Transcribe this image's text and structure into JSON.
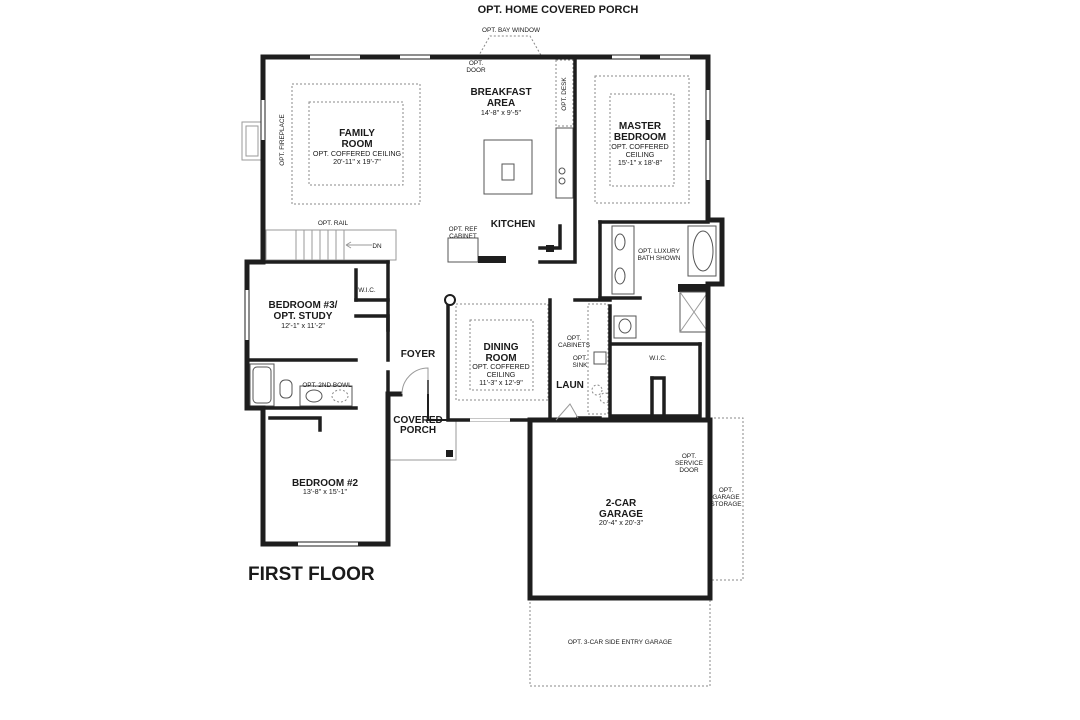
{
  "plan": {
    "title": "FIRST FLOOR",
    "top_cut_label": "OPT. HOME COVERED PORCH"
  },
  "rooms": {
    "family_room": {
      "name_1": "FAMILY",
      "name_2": "ROOM",
      "note": "OPT. COFFERED CEILING",
      "dims": "20'-11\" x 19'-7\""
    },
    "breakfast": {
      "name_1": "BREAKFAST",
      "name_2": "AREA",
      "dims": "14'-8\" x 9'-5\""
    },
    "kitchen": {
      "name": "KITCHEN"
    },
    "master": {
      "name_1": "MASTER",
      "name_2": "BEDROOM",
      "note_1": "OPT. COFFERED",
      "note_2": "CEILING",
      "dims": "15'-1\" x 18'-8\""
    },
    "bedroom3": {
      "name_1": "BEDROOM #3/",
      "name_2": "OPT. STUDY",
      "dims": "12'-1\" x 11'-2\""
    },
    "foyer": {
      "name": "FOYER"
    },
    "dining": {
      "name_1": "DINING",
      "name_2": "ROOM",
      "note_1": "OPT. COFFERED",
      "note_2": "CEILING",
      "dims": "11'-3\" x 12'-9\""
    },
    "laun": {
      "name": "LAUN"
    },
    "covered_porch": {
      "name_1": "COVERED",
      "name_2": "PORCH"
    },
    "bedroom2": {
      "name": "BEDROOM #2",
      "dims": "13'-8\" x 15'-1\""
    },
    "garage": {
      "name_1": "2-CAR",
      "name_2": "GARAGE",
      "dims": "20'-4\" x 20'-3\""
    }
  },
  "options": {
    "bay_window": "OPT. BAY WINDOW",
    "door_1": "OPT.",
    "door_2": "DOOR",
    "desk": "OPT. DESK",
    "fireplace": "OPT. FIREPLACE",
    "rail": "OPT. RAIL",
    "stair_dn": "DN",
    "ref_cabinet_1": "OPT. REF",
    "ref_cabinet_2": "CABINET",
    "luxury_bath_1": "OPT. LUXURY",
    "luxury_bath_2": "BATH SHOWN",
    "wic_bed3": "W.I.C.",
    "wic_master": "W.I.C.",
    "second_bowl": "OPT. 2ND BOWL",
    "cabinets_1": "OPT.",
    "cabinets_2": "CABINETS",
    "sink_1": "OPT.",
    "sink_2": "SINK",
    "service_door_1": "OPT.",
    "service_door_2": "SERVICE",
    "service_door_3": "DOOR",
    "garage_storage_1": "OPT.",
    "garage_storage_2": "GARAGE",
    "garage_storage_3": "STORAGE",
    "side_entry_garage": "OPT. 3-CAR SIDE ENTRY GARAGE"
  }
}
